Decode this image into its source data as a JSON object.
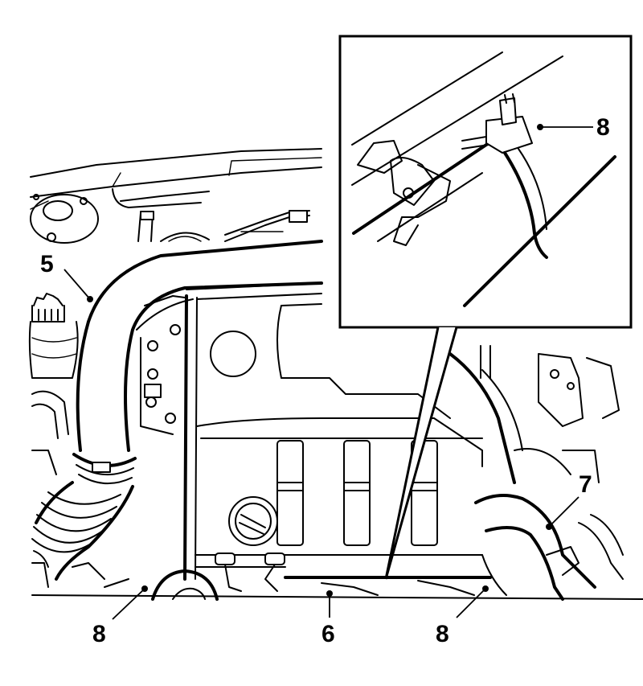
{
  "callouts": [
    {
      "id": "callout-5",
      "label": "5"
    },
    {
      "id": "callout-6",
      "label": "6"
    },
    {
      "id": "callout-7",
      "label": "7"
    },
    {
      "id": "callout-8-left",
      "label": "8"
    },
    {
      "id": "callout-8-bottom-right",
      "label": "8"
    },
    {
      "id": "callout-8-inset",
      "label": "8"
    }
  ],
  "colors": {
    "line": "#000000",
    "background": "#ffffff"
  }
}
